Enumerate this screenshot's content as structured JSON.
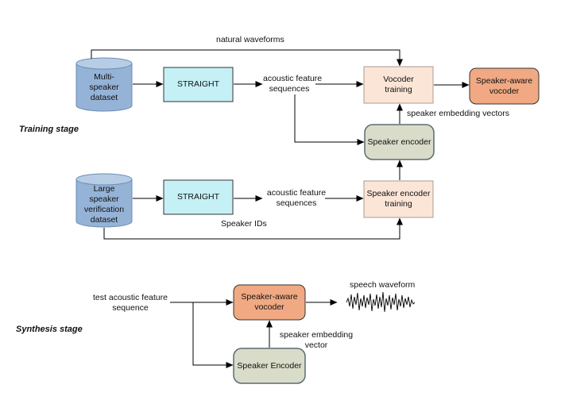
{
  "training": {
    "stage_label": "Training stage",
    "natural_waveforms": "natural waveforms",
    "dataset1_line1": "Multi-",
    "dataset1_line2": "speaker",
    "dataset1_line3": "dataset",
    "straight1": "STRAIGHT",
    "acoustic1_line1": "acoustic feature",
    "acoustic1_line2": "sequences",
    "vocoder_training_line1": "Vocoder",
    "vocoder_training_line2": "training",
    "speaker_aware_vocoder_line1": "Speaker-aware",
    "speaker_aware_vocoder_line2": "vocoder",
    "speaker_embedding_vectors": "speaker embedding vectors",
    "speaker_encoder": "Speaker encoder",
    "dataset2_line1": "Large",
    "dataset2_line2": "speaker",
    "dataset2_line3": "verification",
    "dataset2_line4": "dataset",
    "straight2": "STRAIGHT",
    "acoustic2_line1": "acoustic feature",
    "acoustic2_line2": "sequences",
    "spk_enc_training_line1": "Speaker encoder",
    "spk_enc_training_line2": "training",
    "speaker_ids": "Speaker IDs"
  },
  "synthesis": {
    "stage_label": "Synthesis stage",
    "test_input_line1": "test acoustic feature",
    "test_input_line2": "sequence",
    "vocoder_line1": "Speaker-aware",
    "vocoder_line2": "vocoder",
    "speech_waveform": "speech waveform",
    "embedding_line1": "speaker embedding",
    "embedding_line2": "vector",
    "speaker_encoder": "Speaker Encoder"
  },
  "colors": {
    "cylinder": "#95b3d7",
    "straight": "#c5f0f5",
    "training_box": "#fbe5d6",
    "vocoder": "#f0a983",
    "encoder": "#d9dcc8"
  }
}
